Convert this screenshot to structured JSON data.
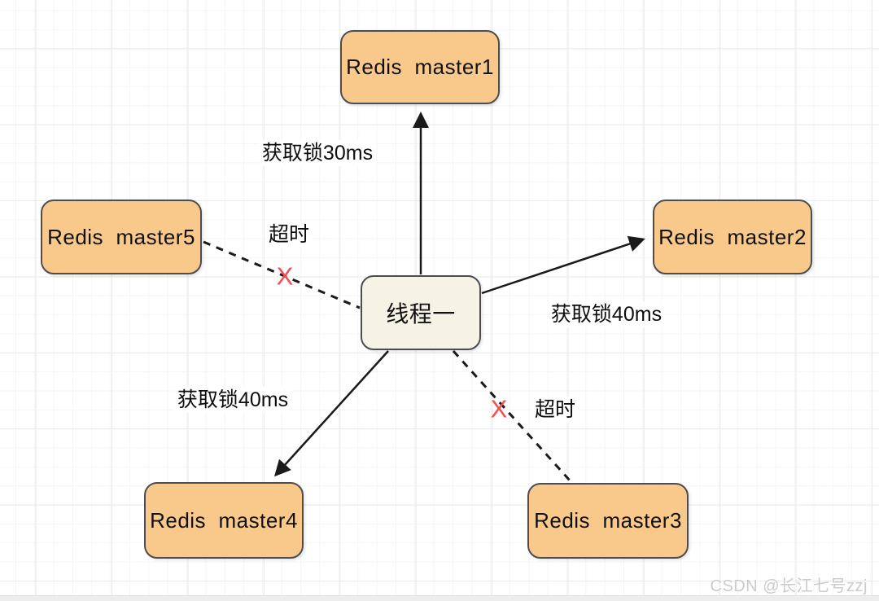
{
  "diagram": {
    "nodes": {
      "master1": {
        "label": "Redis  master1"
      },
      "master2": {
        "label": "Redis  master2"
      },
      "master3": {
        "label": "Redis  master3"
      },
      "master4": {
        "label": "Redis  master4"
      },
      "master5": {
        "label": "Redis  master5"
      },
      "thread": {
        "label": "线程一"
      }
    },
    "edges": [
      {
        "from": "线程一",
        "to": "Redis master1",
        "style": "solid-arrow",
        "label": "获取锁30ms"
      },
      {
        "from": "线程一",
        "to": "Redis master2",
        "style": "solid-arrow",
        "label": "获取锁40ms"
      },
      {
        "from": "线程一",
        "to": "Redis master4",
        "style": "solid-arrow",
        "label": "获取锁40ms"
      },
      {
        "from": "线程一",
        "to": "Redis master5",
        "style": "dashed-timeout",
        "label": "超时",
        "mark": "X"
      },
      {
        "from": "线程一",
        "to": "Redis master3",
        "style": "dashed-timeout",
        "label": "超时",
        "mark": "X"
      }
    ],
    "colors": {
      "node_fill": "#f9c98c",
      "node_border": "#4d4d4d",
      "thread_fill": "#f5f2e6",
      "edge_stroke": "#1a1a1a",
      "fail_mark": "#f84c50",
      "watermark": "#cbcbcb"
    }
  },
  "watermark": "CSDN @长江七号zzj"
}
